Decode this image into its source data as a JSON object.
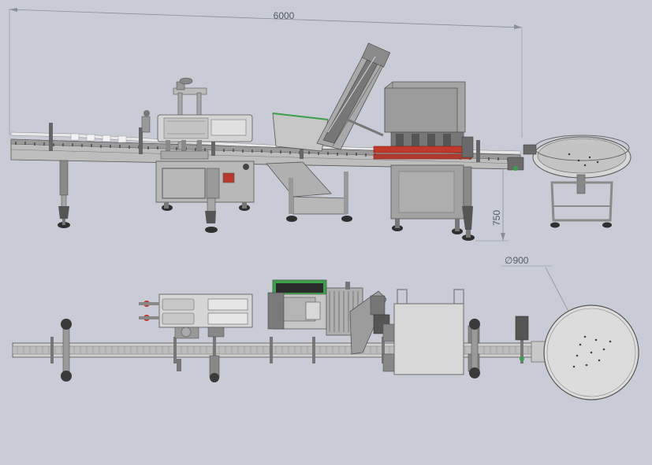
{
  "dimensions": {
    "overall_length": "6000",
    "conveyor_height": "750",
    "turntable_diameter": "∅900"
  },
  "colors": {
    "background": "#c9ccd6",
    "steel": "#b8b8b8",
    "steel_dark": "#7d7d7d",
    "frame": "#9a9a9a",
    "accent_red": "#c0392b",
    "accent_green": "#3aa04a",
    "dimension_line": "#8a8f9a"
  }
}
